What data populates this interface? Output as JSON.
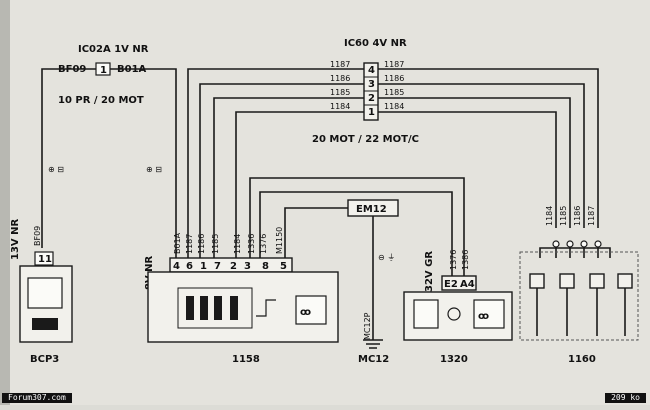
{
  "connectors": {
    "ic02a": "IC02A 1V NR",
    "ic60": "IC60 4V NR",
    "bf09_top": "BF09",
    "b01a_top": "B01A",
    "ic02a_pin": "1",
    "ic60_pins": [
      "4",
      "3",
      "2",
      "1"
    ]
  },
  "notes": {
    "left_note": "10 PR / 20 MOT",
    "mid_note": "20 MOT / 22 MOT/C"
  },
  "wires_top_left": [
    "1187",
    "1186",
    "1185",
    "1184"
  ],
  "wires_top_right": [
    "1187",
    "1186",
    "1185",
    "1184"
  ],
  "bcp3": {
    "connector": "13V NR",
    "wire": "BF09",
    "pin": "11",
    "name": "BCP3"
  },
  "ecu_1158": {
    "connector": "8V NR",
    "pins": [
      "4",
      "6",
      "1",
      "7",
      "2",
      "3",
      "8",
      "5"
    ],
    "wires": [
      "B01A",
      "1187",
      "1186",
      "1185",
      "1184",
      "1336",
      "1376",
      "M1150"
    ],
    "name": "1158"
  },
  "em12": {
    "label": "EM12"
  },
  "mc12": {
    "wire": "MC12P",
    "name": "MC12"
  },
  "sensor_1320": {
    "connector": "32V GR",
    "wires": [
      "1376",
      "1386"
    ],
    "pins": [
      "E2",
      "A4"
    ],
    "name": "1320"
  },
  "coils_1160": {
    "wires": [
      "1184",
      "1185",
      "1186",
      "1187"
    ],
    "name": "1160"
  },
  "footer": {
    "left": "Forum307.com",
    "right": "209 ko"
  }
}
